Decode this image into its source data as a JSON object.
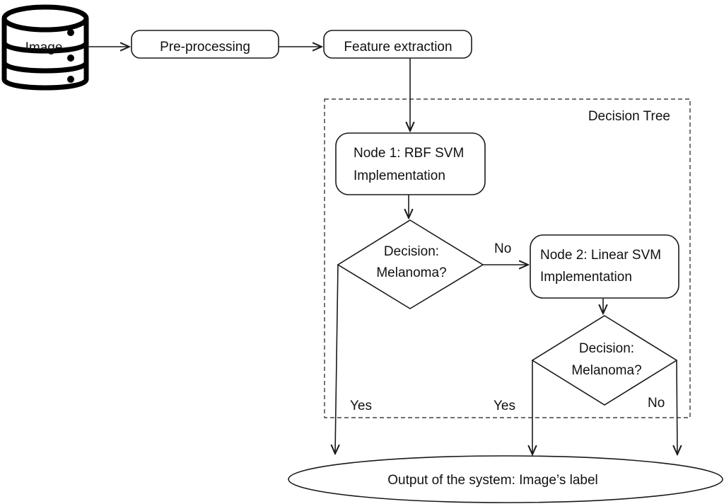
{
  "database": {
    "label": "Image"
  },
  "preprocessing": {
    "label": "Pre-processing"
  },
  "feature_extraction": {
    "label": "Feature extraction"
  },
  "decision_tree": {
    "label": "Decision Tree"
  },
  "node1": {
    "line1": "Node 1: RBF SVM",
    "line2": "Implementation"
  },
  "decision1": {
    "line1": "Decision:",
    "line2": "Melanoma?"
  },
  "node2": {
    "line1": "Node 2: Linear SVM",
    "line2": "Implementation"
  },
  "decision2": {
    "line1": "Decision:",
    "line2": "Melanoma?"
  },
  "edges": {
    "d1_no": "No",
    "d1_yes": "Yes",
    "d2_yes": "Yes",
    "d2_no": "No"
  },
  "output": {
    "label": "Output of the system: Image’s label"
  }
}
